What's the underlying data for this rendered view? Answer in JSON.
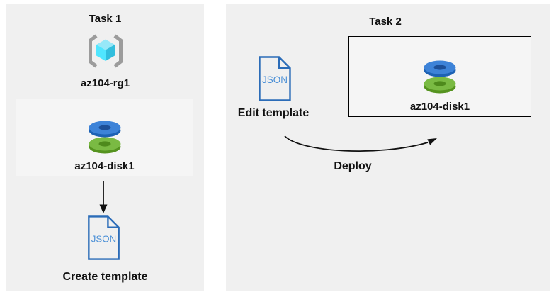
{
  "diagram": {
    "description": "Azure AZ-104 ARM template tasks diagram",
    "panel_color": "#f0f0f0",
    "inner_box_color": "#f5f5f5"
  },
  "task1": {
    "title": "Task 1",
    "resource_group": {
      "name": "az104-rg1"
    },
    "disk": {
      "name": "az104-disk1"
    },
    "json_file": {
      "label": "JSON"
    },
    "action": "Create template"
  },
  "task2": {
    "title": "Task 2",
    "json_file": {
      "label": "JSON"
    },
    "edit_action": "Edit template",
    "disk": {
      "name": "az104-disk1"
    },
    "deploy_action": "Deploy"
  },
  "icon_colors": {
    "disk_blue_top": "#3d83d8",
    "disk_blue_side": "#1d62b4",
    "disk_blue_hole": "#1c4f97",
    "disk_green_top": "#7aba43",
    "disk_green_side": "#55931f",
    "disk_green_hole": "#4e8a1c",
    "cube_top": "#97e8f8",
    "cube_left": "#50e6ff",
    "cube_right": "#32bedd",
    "bracket_gray": "#9c9c9c",
    "json_outline_blue": "#2b6cb8",
    "json_text_blue": "#4a8fd6",
    "arrow_black": "#111111"
  }
}
